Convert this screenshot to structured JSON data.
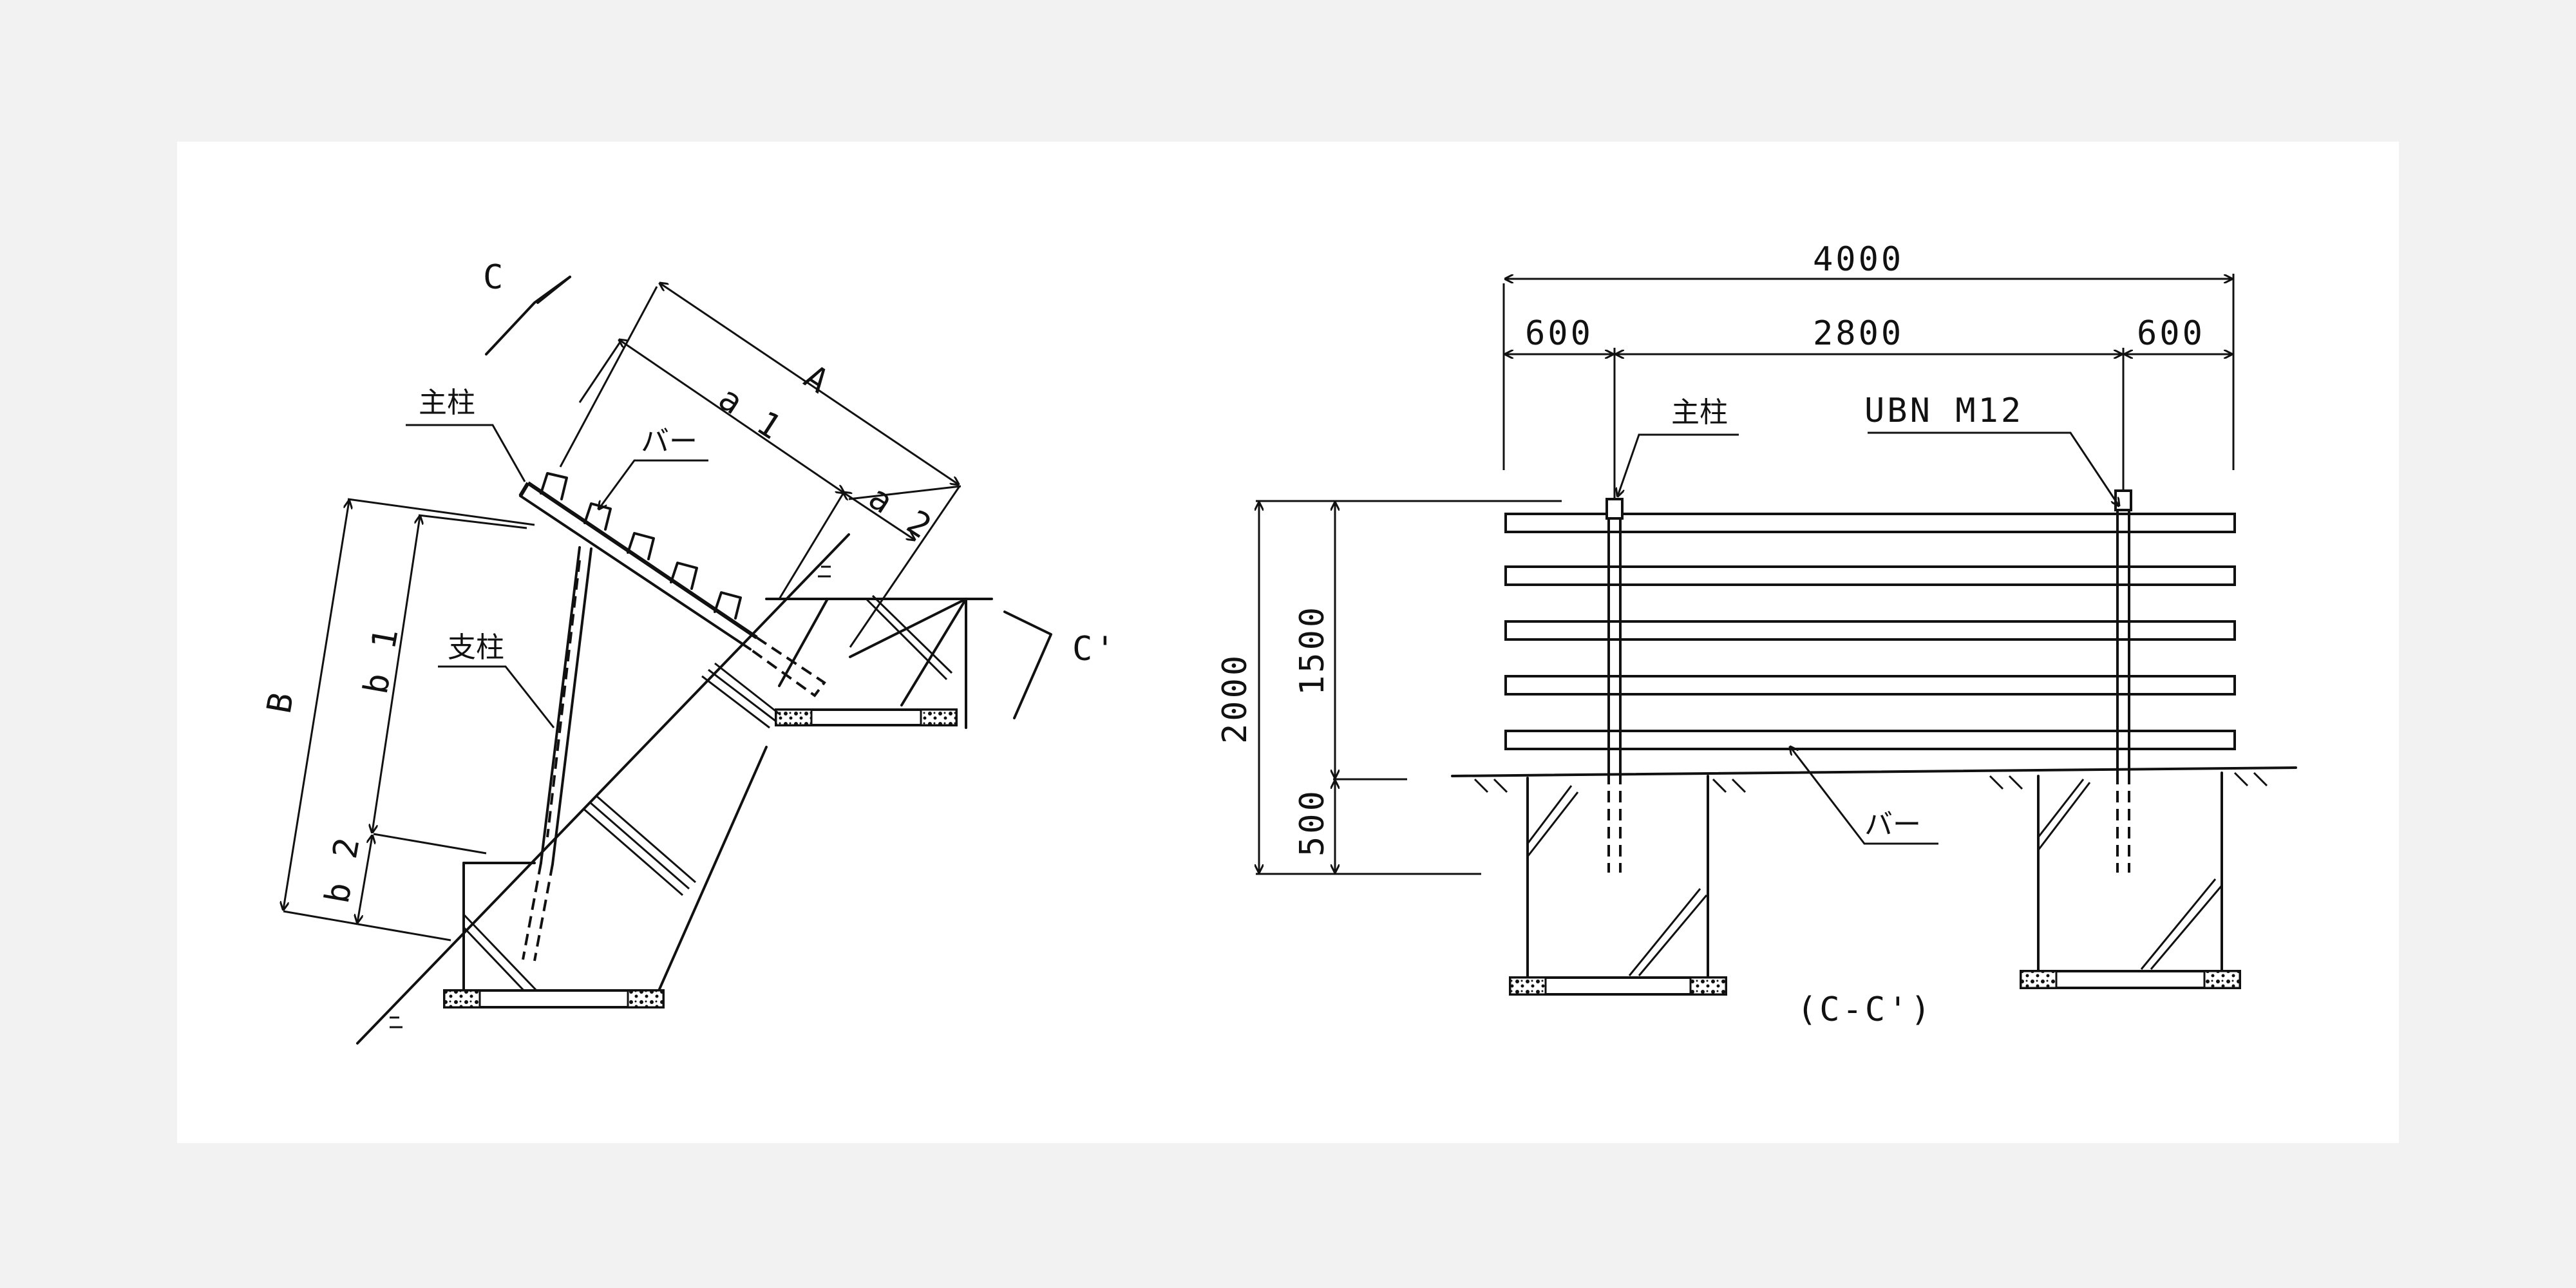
{
  "labels": {
    "section_c": "C",
    "section_c_prime": "C'",
    "dim_A": "A",
    "dim_a1": "a 1",
    "dim_a2": "a 2",
    "dim_B": "B",
    "dim_b1": "b 1",
    "dim_b2": "b 2",
    "main_post_left": "主柱",
    "bar_left": "バー",
    "support_post": "支柱",
    "dim_4000": "4000",
    "dim_600_left": "600",
    "dim_2800": "2800",
    "dim_600_right": "600",
    "main_post_right": "主柱",
    "bolt": "UBN  M12",
    "dim_2000": "2000",
    "dim_1500": "1500",
    "dim_500": "500",
    "bar_right": "バー",
    "view_caption": "(C-C')"
  }
}
